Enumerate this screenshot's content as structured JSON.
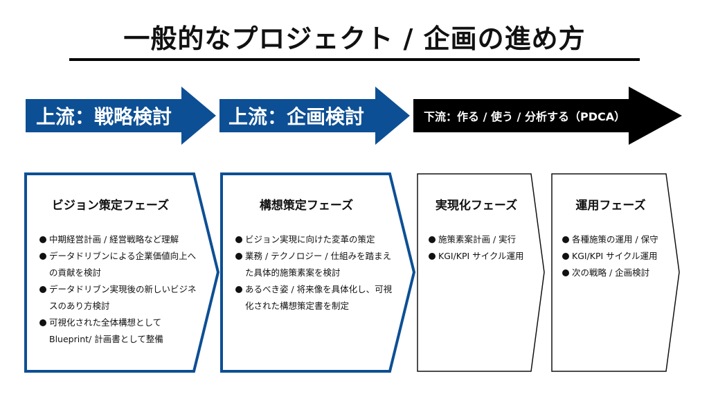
{
  "title": "一般的なプロジェクト / 企画の進め方",
  "arrows": [
    {
      "label": "上流：戦略検討",
      "color": "#0d4f94"
    },
    {
      "label": "上流：企画検討",
      "color": "#0d4f94"
    },
    {
      "label": "下流：作る / 使う / 分析する（PDCA）",
      "color": "#000000"
    }
  ],
  "phases": [
    {
      "title": "ビジョン策定フェーズ",
      "border_color": "#0d4f94",
      "items": [
        "中期経営計画 / 経営戦略など理解",
        "データドリブンによる企業価値向上への貢献を検討",
        "データドリブン実現後の新しいビジネスのあり方検討",
        "可視化された全体構想としてBlueprint/ 計画書として整備"
      ]
    },
    {
      "title": "構想策定フェーズ",
      "border_color": "#0d4f94",
      "items": [
        "ビジョン実現に向けた変革の策定",
        "業務 / テクノロジー / 仕組みを踏まえた具体的施策素案を検討",
        "あるべき姿 / 将来像を具体化し、可視化された構想策定書を制定"
      ]
    },
    {
      "title": "実現化フェーズ",
      "border_color": "#000000",
      "items": [
        "施策素案計画 / 実行",
        "KGI/KPI サイクル運用"
      ]
    },
    {
      "title": "運用フェーズ",
      "border_color": "#000000",
      "items": [
        "各種施策の運用 / 保守",
        "KGI/KPI サイクル運用",
        "次の戦略 / 企画検討"
      ]
    }
  ]
}
